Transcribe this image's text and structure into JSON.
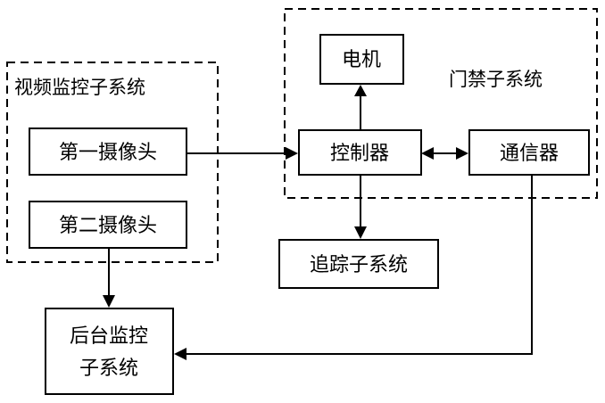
{
  "groups": {
    "video": "视频监控子系统",
    "access": "门禁子系统"
  },
  "nodes": {
    "camera1": "第一摄像头",
    "camera2": "第二摄像头",
    "backend_line1": "后台监控",
    "backend_line2": "子系统",
    "motor": "电机",
    "controller": "控制器",
    "communicator": "通信器",
    "tracking": "追踪子系统"
  }
}
